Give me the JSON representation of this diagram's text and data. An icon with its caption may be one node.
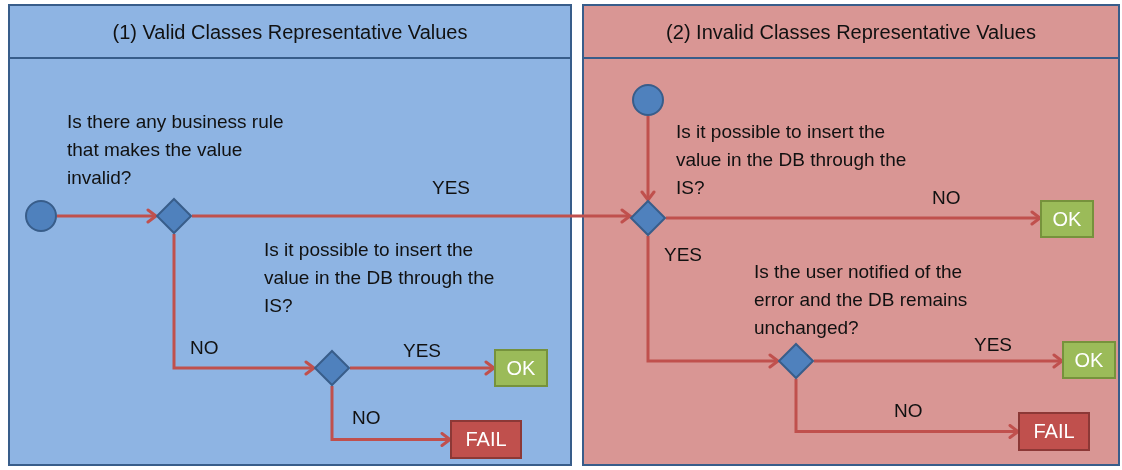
{
  "diagram": {
    "nodes": [
      {
        "text": [
          "(1) Valid Classes Representative Values"
        ]
      },
      {
        "text": [
          "(2) Invalid Classes Representative Values"
        ]
      },
      {
        "text": [],
        "shape": "circle",
        "in": 0
      },
      {
        "text": [],
        "shape": "diamond",
        "in": 0,
        "beside": [
          "Is there any business rule that makes the value invalid?"
        ]
      },
      {
        "text": [],
        "shape": "diamond",
        "in": 0,
        "beside": [
          "Is it possible to insert the value in the DB through the IS?"
        ]
      },
      {
        "text": [
          "OK"
        ],
        "in": 0
      },
      {
        "text": [
          "FAIL"
        ],
        "in": 0
      },
      {
        "text": [],
        "shape": "circle",
        "in": 1
      },
      {
        "text": [],
        "shape": "diamond",
        "in": 1,
        "beside": [
          "Is it possible to insert the value in the DB through the IS?"
        ]
      },
      {
        "text": [
          "OK"
        ],
        "in": 1
      },
      {
        "text": [],
        "shape": "diamond",
        "in": 1,
        "beside": [
          "Is the user notified of the error and the DB remains unchanged?"
        ]
      },
      {
        "text": [
          "OK"
        ],
        "in": 1
      },
      {
        "text": [
          "FAIL"
        ],
        "in": 1
      }
    ],
    "edges": [
      {
        "from": 2,
        "to": 3,
        "arrow": "to"
      },
      {
        "from": 3,
        "to": 8,
        "arrow": "to",
        "label": "YES"
      },
      {
        "from": 3,
        "to": 4,
        "arrow": "to",
        "label": "NO"
      },
      {
        "from": 4,
        "to": 5,
        "arrow": "to",
        "label": "YES"
      },
      {
        "from": 4,
        "to": 6,
        "arrow": "to",
        "label": "NO"
      },
      {
        "from": 7,
        "to": 8,
        "arrow": "to"
      },
      {
        "from": 8,
        "to": 9,
        "arrow": "to",
        "label": "NO"
      },
      {
        "from": 8,
        "to": 10,
        "arrow": "to",
        "label": "YES"
      },
      {
        "from": 10,
        "to": 11,
        "arrow": "to",
        "label": "YES"
      },
      {
        "from": 10,
        "to": 12,
        "arrow": "to",
        "label": "NO"
      }
    ]
  }
}
